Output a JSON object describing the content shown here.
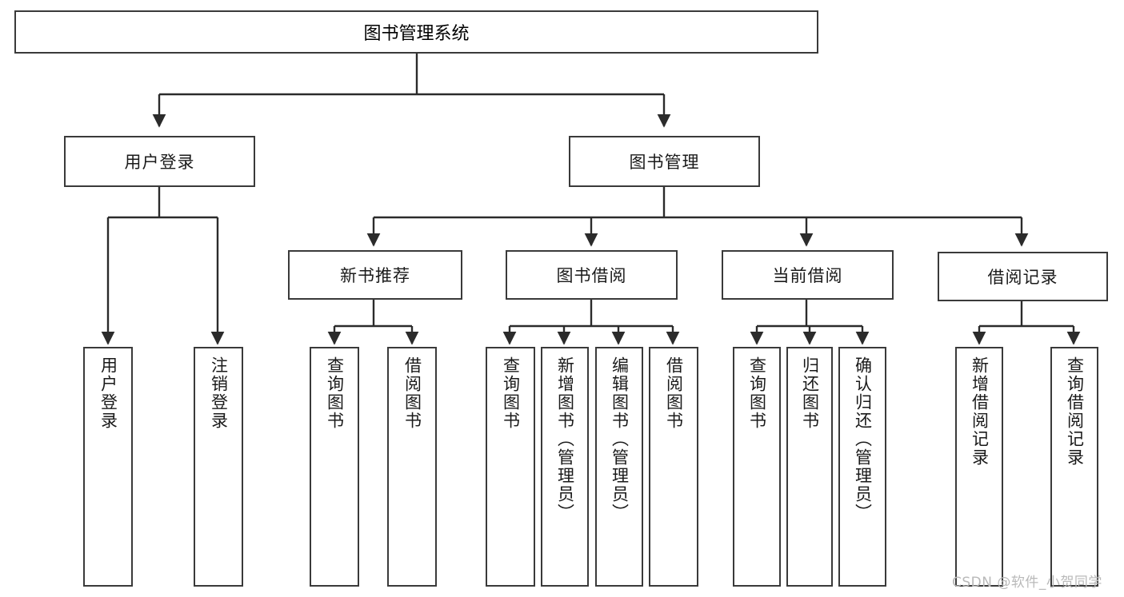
{
  "diagram": {
    "title": "图书管理系统",
    "type": "功能结构图",
    "watermark": "CSDN @软件_小贺同学",
    "colors": {
      "box_border": "#3a3a3a",
      "box_fill": "#ffffff",
      "connector": "#2b2b2b",
      "text": "#1a1a1a",
      "watermark": "#b9b9b9"
    },
    "root": {
      "label": "图书管理系统"
    },
    "level2": [
      {
        "label": "用户登录"
      },
      {
        "label": "图书管理"
      }
    ],
    "level3": [
      {
        "label": "新书推荐"
      },
      {
        "label": "图书借阅"
      },
      {
        "label": "当前借阅"
      },
      {
        "label": "借阅记录"
      }
    ],
    "leaves": {
      "user_login": [
        {
          "label": "用户登录"
        },
        {
          "label": "注销登录"
        }
      ],
      "new_book_recommend": [
        {
          "label": "查询图书"
        },
        {
          "label": "借阅图书"
        }
      ],
      "book_borrow": [
        {
          "label": "查询图书"
        },
        {
          "label": "新增图书（管理员）"
        },
        {
          "label": "编辑图书（管理员）"
        },
        {
          "label": "借阅图书"
        }
      ],
      "current_borrow": [
        {
          "label": "查询图书"
        },
        {
          "label": "归还图书"
        },
        {
          "label": "确认归还（管理员）"
        }
      ],
      "borrow_records": [
        {
          "label": "新增借阅记录"
        },
        {
          "label": "查询借阅记录"
        }
      ]
    }
  }
}
